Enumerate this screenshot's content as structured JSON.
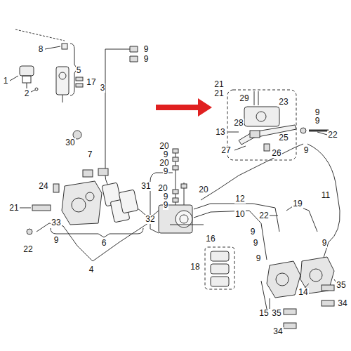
{
  "diagram": {
    "labels": [
      "1",
      "2",
      "8",
      "5",
      "17",
      "9",
      "9",
      "3",
      "30",
      "7",
      "31",
      "24",
      "21",
      "33",
      "32",
      "6",
      "22",
      "9",
      "4",
      "20",
      "9",
      "20",
      "9",
      "20",
      "9",
      "9",
      "20",
      "16",
      "13",
      "21",
      "21",
      "29",
      "23",
      "28",
      "25",
      "27",
      "26",
      "9",
      "9",
      "22",
      "9",
      "12",
      "10",
      "11",
      "22",
      "19",
      "9",
      "9",
      "9",
      "9",
      "18",
      "14",
      "15",
      "35",
      "35",
      "34",
      "34"
    ]
  }
}
